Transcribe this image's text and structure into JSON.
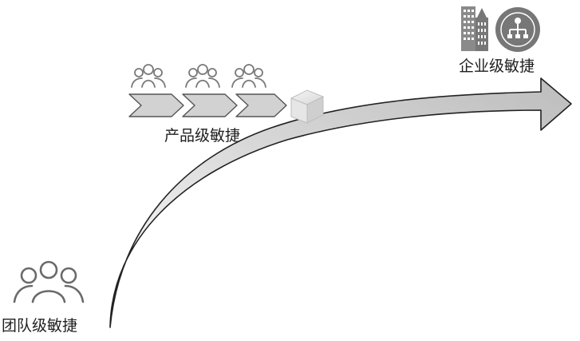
{
  "labels": {
    "team": "团队级敏捷",
    "product": "产品级敏捷",
    "enterprise": "企业级敏捷"
  },
  "icons": {
    "team": "team-people-icon",
    "product_teams": [
      "team-people-icon",
      "team-people-icon",
      "team-people-icon"
    ],
    "value_stream": "chevron-arrow-icon",
    "product_box": "product-box-icon",
    "enterprise_building": "city-buildings-icon",
    "enterprise_org": "org-chart-icon"
  },
  "colors": {
    "arrow_fill": "#c8c8c8",
    "arrow_stroke": "#222222",
    "icon_dark": "#777777",
    "icon_light": "#9a9a9a"
  }
}
